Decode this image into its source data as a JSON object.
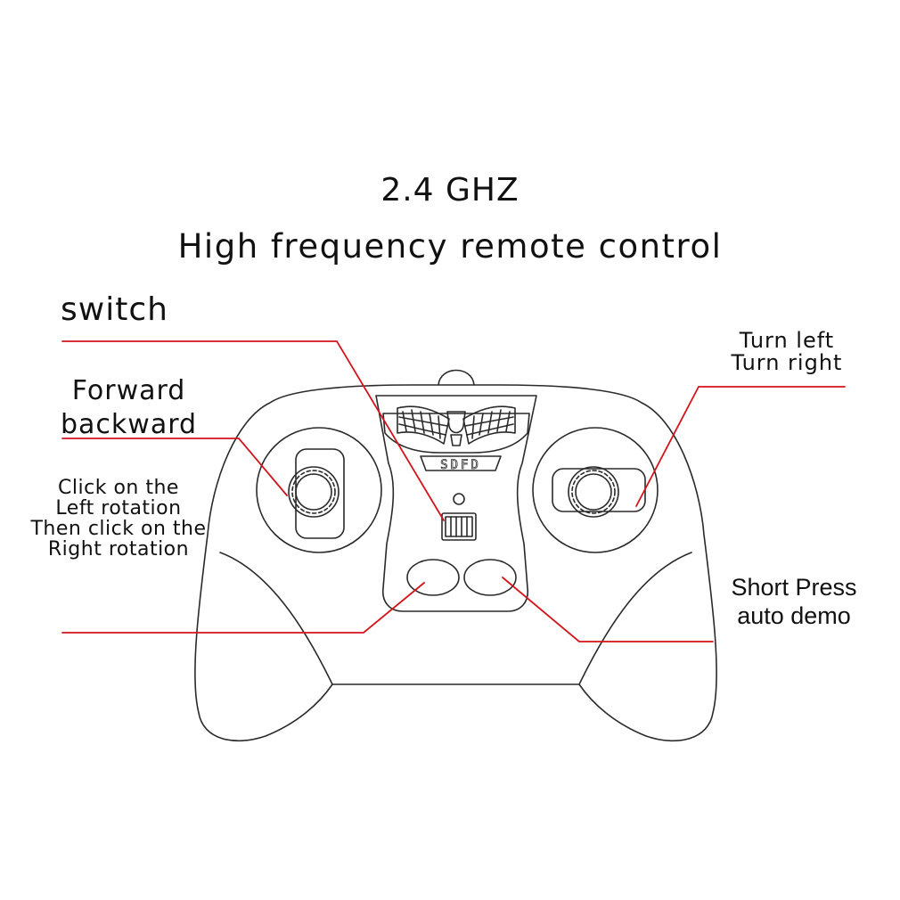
{
  "title": {
    "line1": "2.4 GHZ",
    "line2": "High frequency remote control"
  },
  "labels": {
    "switch": "switch",
    "forward_backward": [
      "Forward",
      "backward"
    ],
    "rotation": [
      "Click on the",
      "Left rotation",
      "Then click on the",
      "Right rotation"
    ],
    "turn": [
      "Turn left",
      "Turn right"
    ],
    "auto_demo": [
      "Short Press",
      "auto demo"
    ]
  },
  "device": {
    "logo_text": "SDFD"
  },
  "colors": {
    "outline": "#2a2a2a",
    "leader_line": "#d4141b",
    "text": "#111111"
  }
}
